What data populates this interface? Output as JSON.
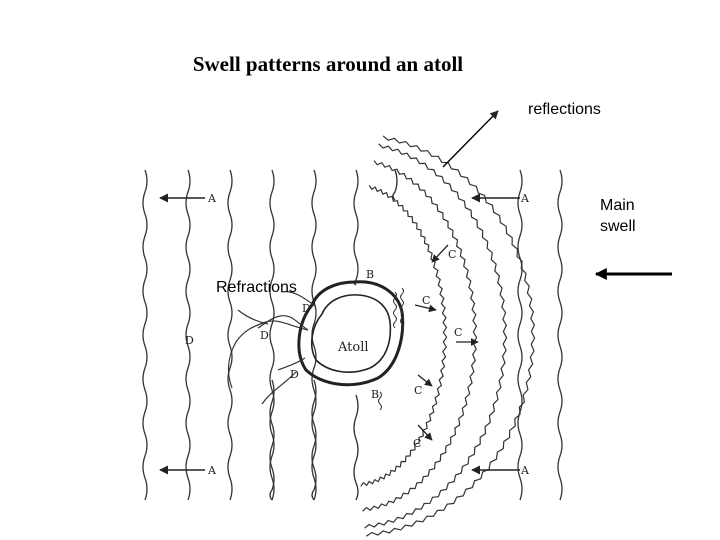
{
  "title": "Swell patterns around an atoll",
  "labels": {
    "reflections": "reflections",
    "main_swell_line1": "Main",
    "main_swell_line2": "swell",
    "refractions": "Refractions"
  },
  "figure": {
    "atoll_label": "Atoll",
    "letters": {
      "A": "A",
      "B": "B",
      "C": "C",
      "D": "D"
    }
  }
}
